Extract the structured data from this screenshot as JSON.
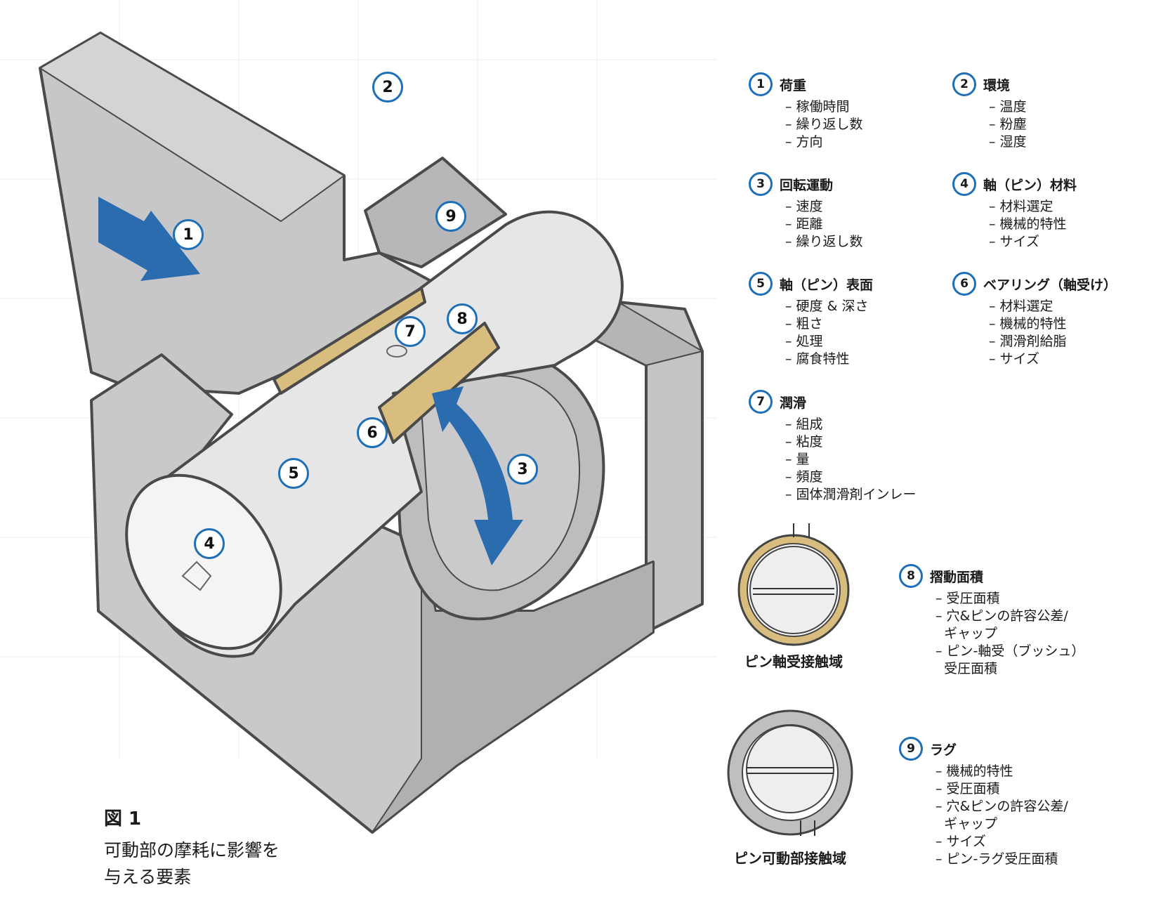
{
  "markers": [
    "1",
    "2",
    "3",
    "4",
    "5",
    "6",
    "7",
    "8",
    "9"
  ],
  "legend": [
    {
      "num": "1",
      "title": "荷重",
      "items": [
        "稼働時間",
        "繰り返し数",
        "方向"
      ]
    },
    {
      "num": "2",
      "title": "環境",
      "items": [
        "温度",
        "粉塵",
        "湿度"
      ]
    },
    {
      "num": "3",
      "title": "回転運動",
      "items": [
        "速度",
        "距離",
        "繰り返し数"
      ]
    },
    {
      "num": "4",
      "title": "軸（ピン）材料",
      "items": [
        "材料選定",
        "機械的特性",
        "サイズ"
      ]
    },
    {
      "num": "5",
      "title": "軸（ピン）表面",
      "items": [
        "硬度 & 深さ",
        "粗さ",
        "処理",
        "腐食特性"
      ]
    },
    {
      "num": "6",
      "title": "ベアリング（軸受け）",
      "items": [
        "材料選定",
        "機械的特性",
        "潤滑剤給脂",
        "サイズ"
      ]
    },
    {
      "num": "7",
      "title": "潤滑",
      "items": [
        "組成",
        "粘度",
        "量",
        "頻度",
        "固体潤滑剤インレー"
      ]
    },
    {
      "num": "8",
      "title": "摺動面積",
      "items": [
        "受圧面積",
        "穴&ピンの許容公差/",
        "ギャップ",
        "ピン-軸受（ブッシュ）",
        "受圧面積"
      ]
    },
    {
      "num": "9",
      "title": "ラグ",
      "items": [
        "機械的特性",
        "受圧面積",
        "穴&ピンの許容公差/",
        "ギャップ",
        "サイズ",
        "ピン-ラグ受圧面積"
      ]
    }
  ],
  "captions": {
    "bearing_contact": "ピン軸受接触域",
    "lug_contact": "ピン可動部接触域"
  },
  "figure": {
    "title": "図 1",
    "subtitle": "可動部の摩耗に影響を与える要素"
  },
  "colors": {
    "accent_blue": "#2b6cae",
    "marker_ring": "#1d6fb8",
    "bushing_tan": "#d8bd7f",
    "body_gray": "#c6c6c8",
    "pin_white": "#ececec"
  }
}
